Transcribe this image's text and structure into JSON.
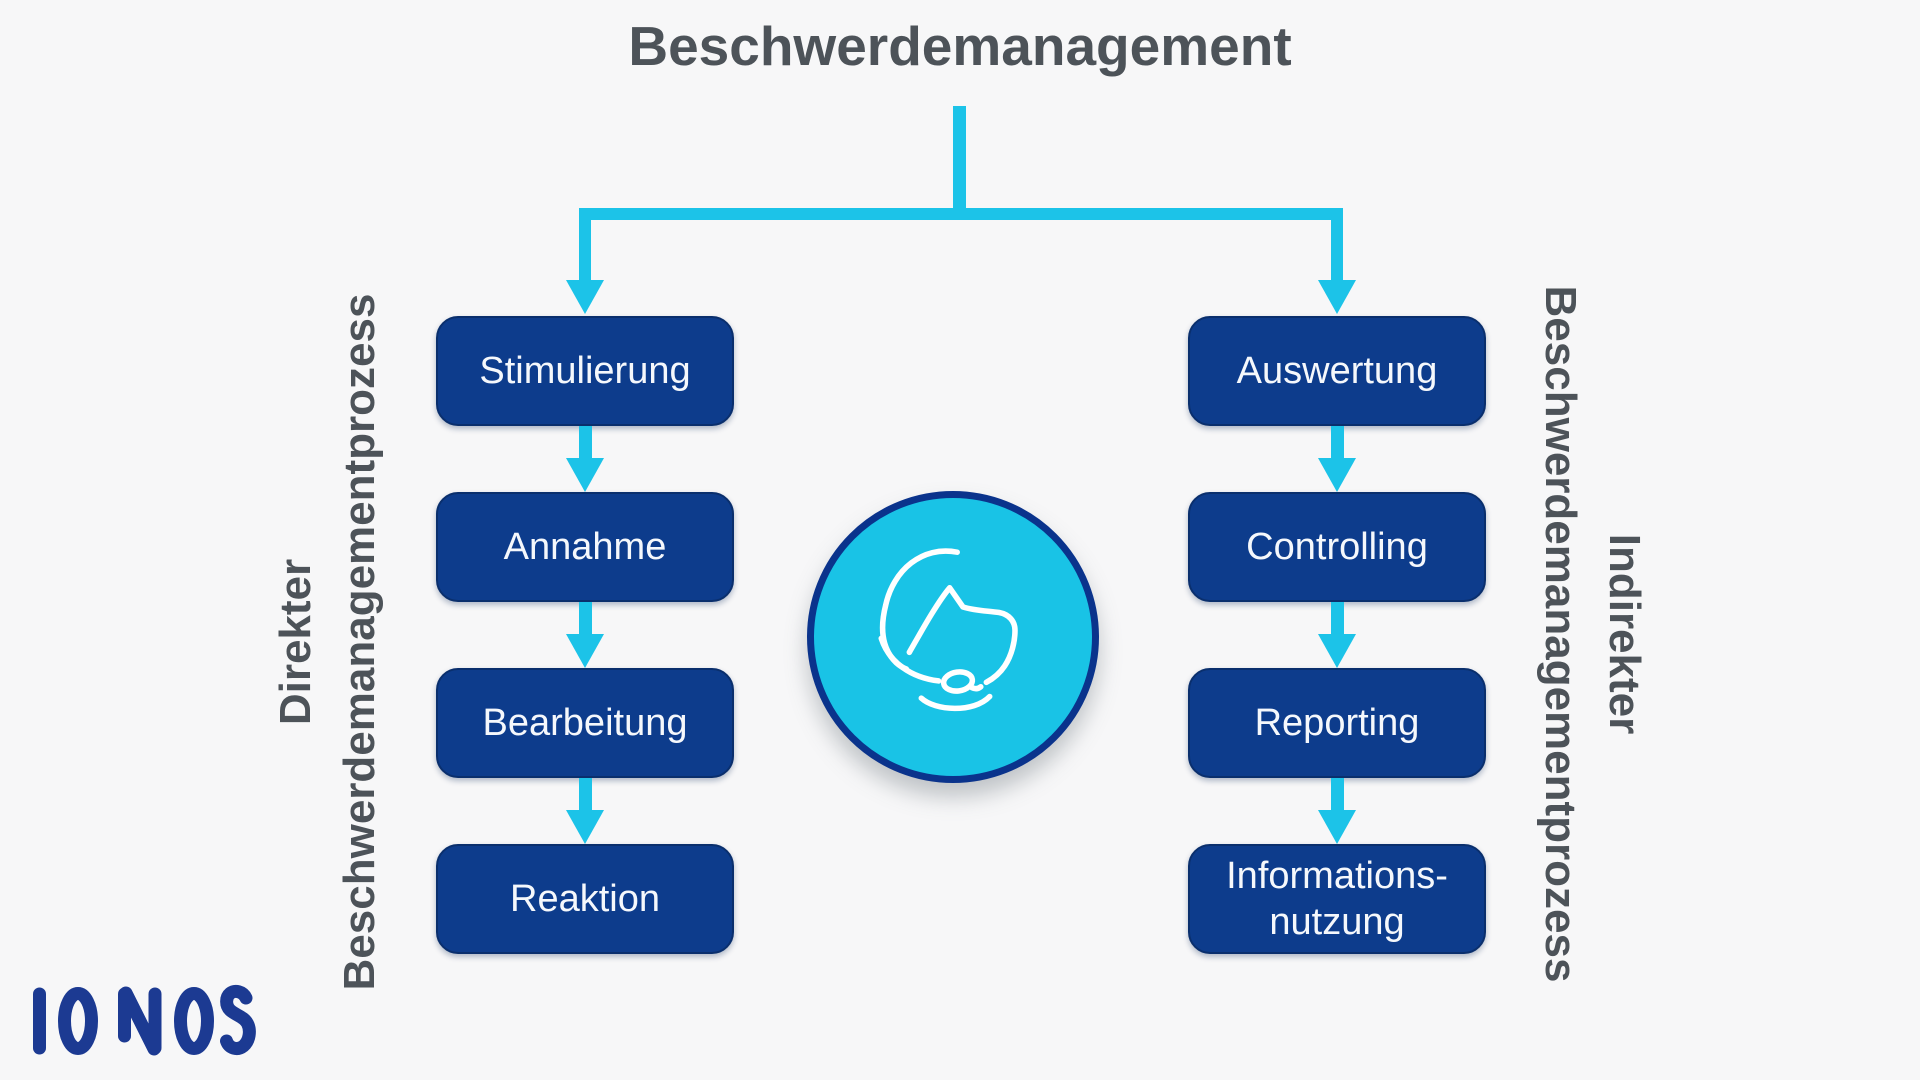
{
  "title": "Beschwerdemanagement",
  "logo": {
    "text": "IONOS"
  },
  "left_process": {
    "label_line1": "Direkter",
    "label_line2": "Beschwerdemanagementprozess",
    "steps": [
      "Stimulierung",
      "Annahme",
      "Bearbeitung",
      "Reaktion"
    ]
  },
  "right_process": {
    "label_line1": "Indirekter",
    "label_line2": "Beschwerdemanagementprozess",
    "steps": [
      "Auswertung",
      "Controlling",
      "Reporting",
      "Informations-\nnutzung"
    ]
  },
  "center_icon": "support-agent-headset-icon",
  "colors": {
    "background": "#f7f7f8",
    "box_navy": "#0d3c8c",
    "box_border": "#0a2f6d",
    "arrow_cyan": "#1cc3e8",
    "circle_cyan": "#19c3e6",
    "circle_border_navy": "#0a338c",
    "heading_gray": "#4d5359",
    "logo_blue": "#1c3a92",
    "box_text": "#ffffff"
  }
}
